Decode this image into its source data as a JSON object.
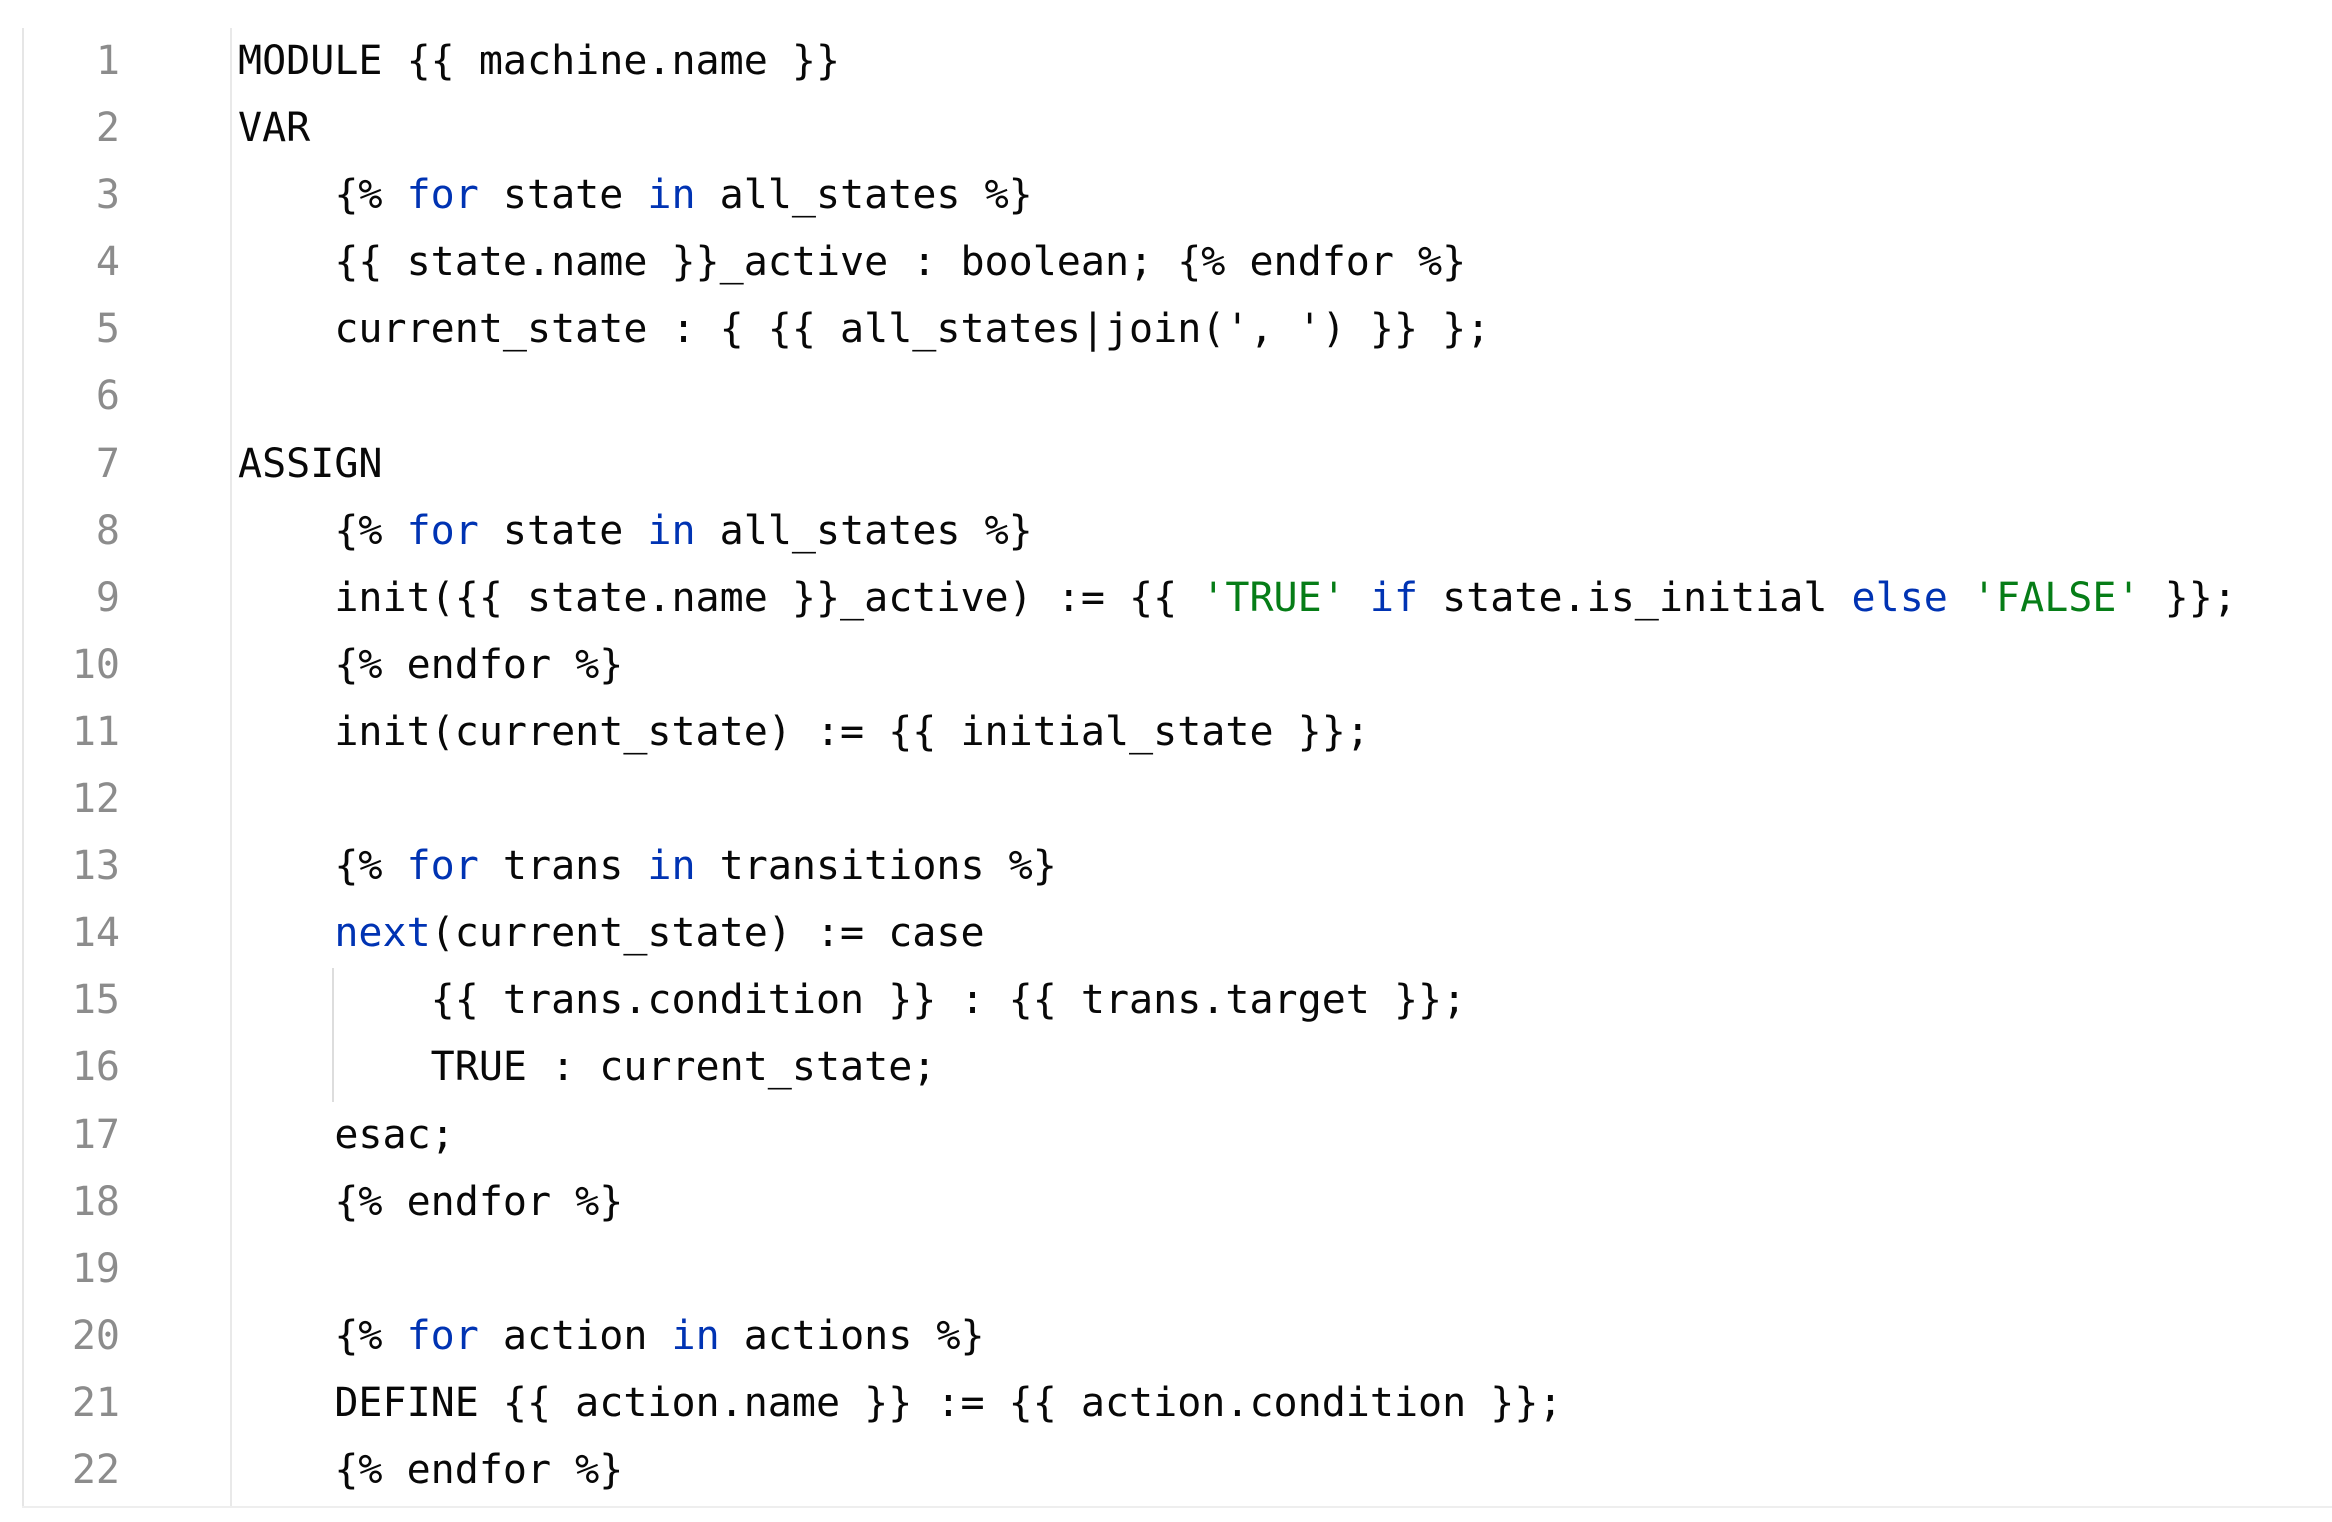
{
  "editor": {
    "colors": {
      "text": "#080808",
      "keyword": "#0033b3",
      "string": "#067d17",
      "line_number": "#8c8c8c",
      "background": "#ffffff"
    },
    "lines": [
      {
        "number": "1",
        "tokens": [
          {
            "t": "MODULE {{ machine.name }}",
            "k": "pl"
          }
        ]
      },
      {
        "number": "2",
        "tokens": [
          {
            "t": "VAR",
            "k": "pl"
          }
        ]
      },
      {
        "number": "3",
        "tokens": [
          {
            "t": "    {% ",
            "k": "pl"
          },
          {
            "t": "for",
            "k": "kw"
          },
          {
            "t": " state ",
            "k": "pl"
          },
          {
            "t": "in",
            "k": "kw"
          },
          {
            "t": " all_states %}",
            "k": "pl"
          }
        ]
      },
      {
        "number": "4",
        "tokens": [
          {
            "t": "    {{ state.name }}_active : boolean; {% endfor %}",
            "k": "pl"
          }
        ]
      },
      {
        "number": "5",
        "tokens": [
          {
            "t": "    current_state : { {{ all_states|join(', ') }} };",
            "k": "pl"
          }
        ]
      },
      {
        "number": "6",
        "tokens": []
      },
      {
        "number": "7",
        "tokens": [
          {
            "t": "ASSIGN",
            "k": "pl"
          }
        ]
      },
      {
        "number": "8",
        "tokens": [
          {
            "t": "    {% ",
            "k": "pl"
          },
          {
            "t": "for",
            "k": "kw"
          },
          {
            "t": " state ",
            "k": "pl"
          },
          {
            "t": "in",
            "k": "kw"
          },
          {
            "t": " all_states %}",
            "k": "pl"
          }
        ]
      },
      {
        "number": "9",
        "tokens": [
          {
            "t": "    init({{ state.name }}_active) := {{ ",
            "k": "pl"
          },
          {
            "t": "'TRUE'",
            "k": "str"
          },
          {
            "t": " ",
            "k": "pl"
          },
          {
            "t": "if",
            "k": "kw"
          },
          {
            "t": " state.is_initial ",
            "k": "pl"
          },
          {
            "t": "else",
            "k": "kw"
          },
          {
            "t": " ",
            "k": "pl"
          },
          {
            "t": "'FALSE'",
            "k": "str"
          },
          {
            "t": " }};",
            "k": "pl"
          }
        ]
      },
      {
        "number": "10",
        "tokens": [
          {
            "t": "    {% endfor %}",
            "k": "pl"
          }
        ]
      },
      {
        "number": "11",
        "tokens": [
          {
            "t": "    init(current_state) := {{ initial_state }};",
            "k": "pl"
          }
        ]
      },
      {
        "number": "12",
        "tokens": []
      },
      {
        "number": "13",
        "tokens": [
          {
            "t": "    {% ",
            "k": "pl"
          },
          {
            "t": "for",
            "k": "kw"
          },
          {
            "t": " trans ",
            "k": "pl"
          },
          {
            "t": "in",
            "k": "kw"
          },
          {
            "t": " transitions %}",
            "k": "pl"
          }
        ]
      },
      {
        "number": "14",
        "tokens": [
          {
            "t": "    ",
            "k": "pl"
          },
          {
            "t": "next",
            "k": "kw"
          },
          {
            "t": "(current_state) := case",
            "k": "pl"
          }
        ]
      },
      {
        "number": "15",
        "tokens": [
          {
            "t": "        {{ trans.condition }} : {{ trans.target }};",
            "k": "pl"
          }
        ]
      },
      {
        "number": "16",
        "tokens": [
          {
            "t": "        TRUE : current_state;",
            "k": "pl"
          }
        ]
      },
      {
        "number": "17",
        "tokens": [
          {
            "t": "    esac;",
            "k": "pl"
          }
        ]
      },
      {
        "number": "18",
        "tokens": [
          {
            "t": "    {% endfor %}",
            "k": "pl"
          }
        ]
      },
      {
        "number": "19",
        "tokens": []
      },
      {
        "number": "20",
        "tokens": [
          {
            "t": "    {% ",
            "k": "pl"
          },
          {
            "t": "for",
            "k": "kw"
          },
          {
            "t": " action ",
            "k": "pl"
          },
          {
            "t": "in",
            "k": "kw"
          },
          {
            "t": " actions %}",
            "k": "pl"
          }
        ]
      },
      {
        "number": "21",
        "tokens": [
          {
            "t": "    DEFINE {{ action.name }} := {{ action.condition }};",
            "k": "pl"
          }
        ]
      },
      {
        "number": "22",
        "tokens": [
          {
            "t": "    {% endfor %}",
            "k": "pl"
          }
        ]
      }
    ]
  }
}
